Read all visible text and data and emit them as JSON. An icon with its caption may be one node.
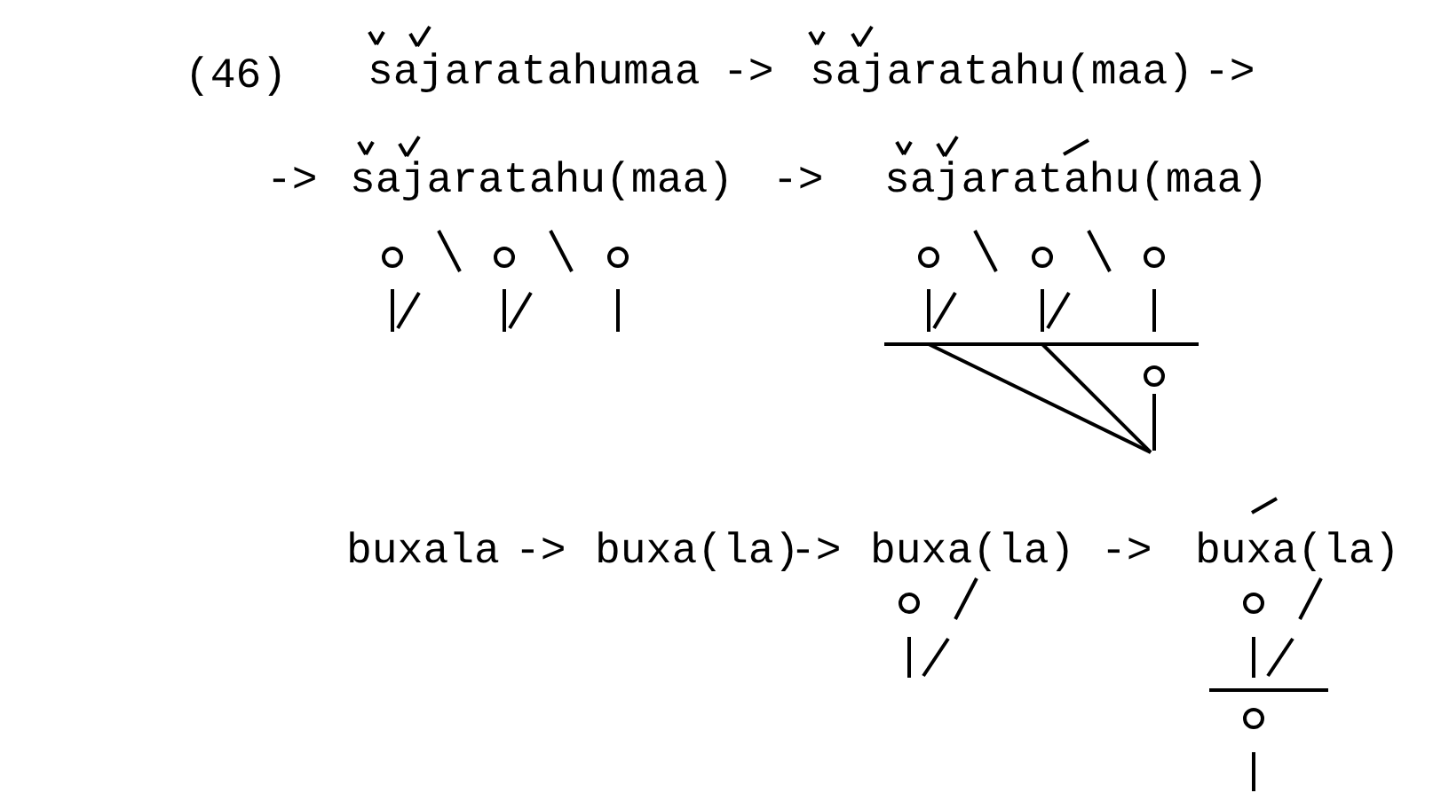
{
  "diagram": {
    "labels": [
      "(46)",
      "sajaratahumaa",
      "->",
      "sajaratahu(maa)",
      "->",
      "->",
      "sajaratahu(maa)",
      "->",
      "sajaratahu(maa)",
      "buxala",
      "->",
      "buxa(la)",
      "->",
      "buxa(la)",
      "->",
      "buxa(la)"
    ]
  }
}
